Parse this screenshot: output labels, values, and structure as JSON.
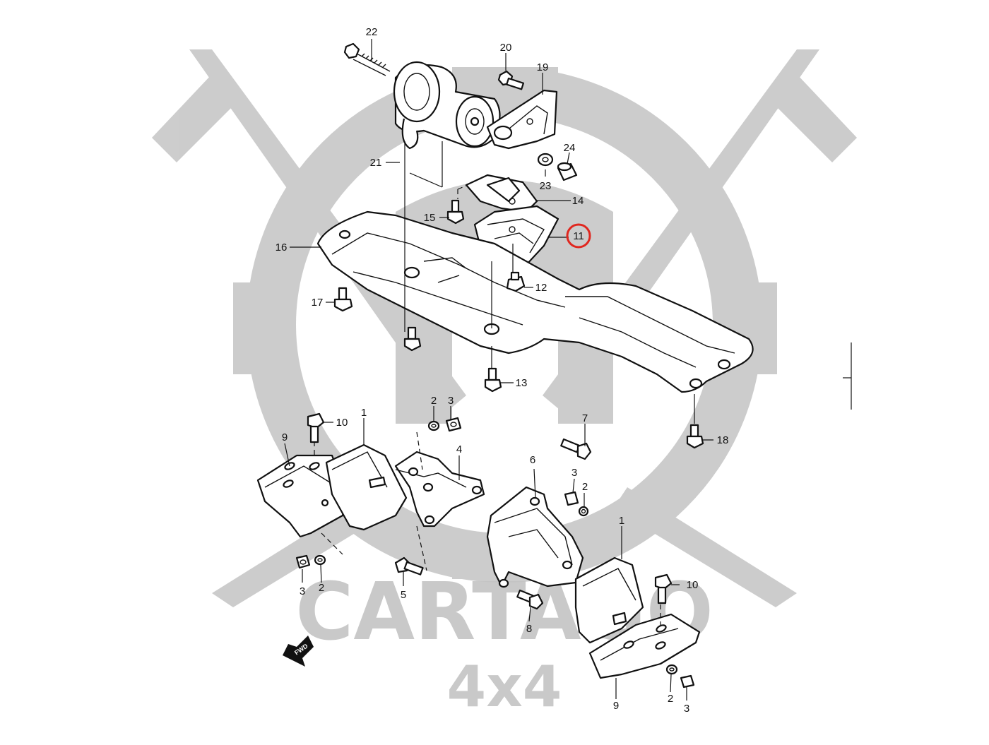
{
  "watermark": {
    "brand": "CARTAGO",
    "sub": "4x4",
    "color": "#bdbdbd"
  },
  "highlight": {
    "part_number": "11",
    "ring_color": "#e0271f"
  },
  "fwd_label": "FWD",
  "callouts": {
    "c1a": "1",
    "c1b": "1",
    "c2a": "2",
    "c2b": "2",
    "c2c": "2",
    "c2d": "2",
    "c3a": "3",
    "c3b": "3",
    "c3c": "3",
    "c3d": "3",
    "c4": "4",
    "c5": "5",
    "c6": "6",
    "c7": "7",
    "c8": "8",
    "c9a": "9",
    "c9b": "9",
    "c10a": "10",
    "c10b": "10",
    "c11": "11",
    "c12": "12",
    "c13": "13",
    "c14": "14",
    "c15": "15",
    "c16": "16",
    "c17": "17",
    "c18": "18",
    "c19": "19",
    "c20": "20",
    "c21": "21",
    "c22": "22",
    "c23": "23",
    "c24": "24"
  }
}
